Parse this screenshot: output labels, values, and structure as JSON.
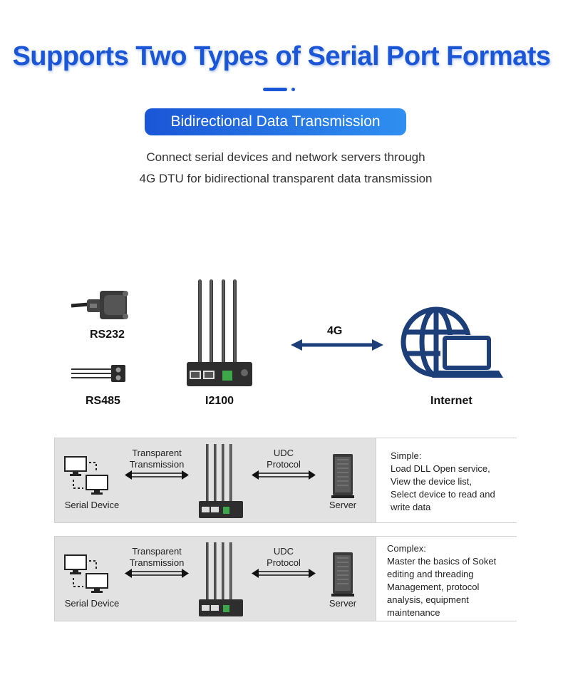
{
  "title": "Supports Two Types of Serial Port Formats",
  "subtitle_pill": "Bidirectional Data Transmission",
  "description": [
    "Connect serial devices and network servers through",
    "4G DTU for bidirectional transparent data transmission"
  ],
  "colors": {
    "accent": "#1a56d6",
    "accent_light": "#2f8ff0",
    "arrow": "#1c3f7a",
    "panel_bg": "#e2e2e2"
  },
  "topology": {
    "rs232": "RS232",
    "rs485": "RS485",
    "device": "I2100",
    "link": "4G",
    "internet": "Internet"
  },
  "panels": [
    {
      "serial_device": "Serial Device",
      "transparent": [
        "Transparent",
        "Transmission"
      ],
      "protocol": [
        "UDC",
        "Protocol"
      ],
      "server": "Server",
      "mode": "Simple:",
      "details": [
        "Load DLL Open service,",
        "View the device list,",
        "Select device to read and",
        "write data"
      ]
    },
    {
      "serial_device": "Serial Device",
      "transparent": [
        "Transparent",
        "Transmission"
      ],
      "protocol": [
        "UDC",
        "Protocol"
      ],
      "server": "Server",
      "mode": "Complex:",
      "details": [
        "Master the basics of Soket",
        "editing and threading",
        "Management, protocol",
        "analysis, equipment",
        "maintenance"
      ]
    }
  ]
}
